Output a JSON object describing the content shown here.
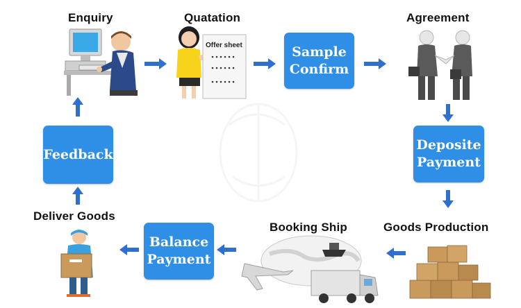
{
  "labels": {
    "enquiry": "Enquiry",
    "quatation": "Quatation",
    "agreement": "Agreement",
    "deliver_goods": "Deliver Goods",
    "booking_ship": "Booking Ship",
    "goods_production": "Goods Production",
    "offer_sheet": "Offer sheet"
  },
  "boxes": {
    "sample_confirm": [
      "Sample",
      "Confirm"
    ],
    "deposite_payment": [
      "Deposite",
      "Payment"
    ],
    "balance_payment": [
      "Balance",
      "Payment"
    ],
    "feedback": [
      "Feedback"
    ]
  },
  "colors": {
    "box": "#2f8fe6",
    "arrow": "#2f6fd0"
  }
}
